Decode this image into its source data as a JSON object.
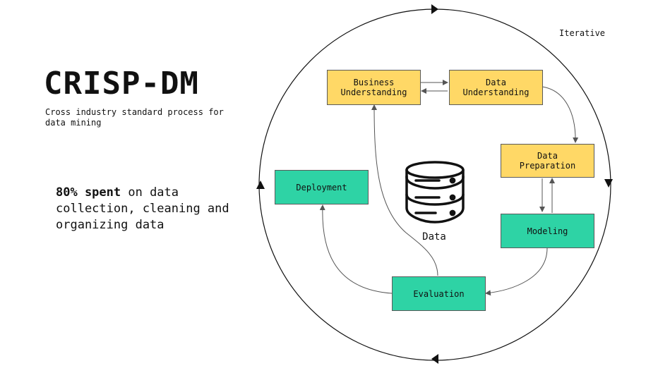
{
  "header": {
    "title": "CRISP-DM",
    "subtitle": "Cross industry standard process for\ndata mining"
  },
  "stat": {
    "strong": "80% spent",
    "rest": " on data collection, cleaning and organizing data"
  },
  "cycle_label": "Iterative",
  "phases": {
    "business_understanding": "Business\nUnderstanding",
    "data_understanding": "Data\nUnderstanding",
    "data_preparation": "Data\nPreparation",
    "modeling": "Modeling",
    "evaluation": "Evaluation",
    "deployment": "Deployment"
  },
  "center_label": "Data",
  "colors": {
    "understanding_phase": "#FFD866",
    "action_phase": "#2ED3A5",
    "stroke": "#111111",
    "arrow": "#555555"
  }
}
